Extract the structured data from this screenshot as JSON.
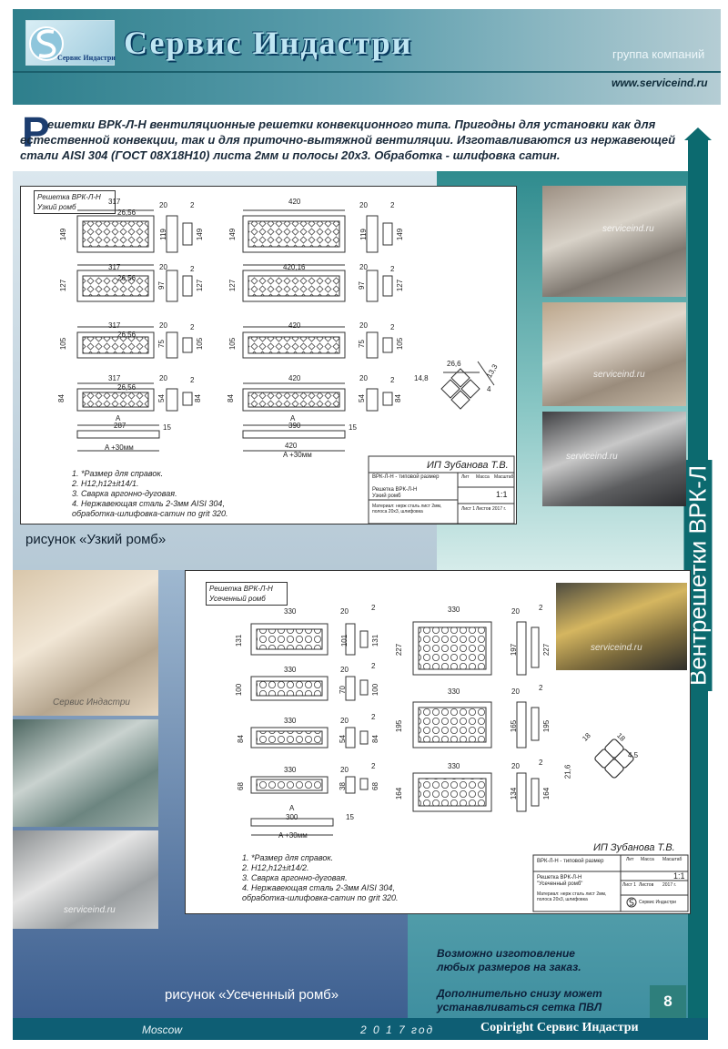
{
  "header": {
    "logo_text": "Сервис Индастри",
    "brand": "Сервис Индастри",
    "group": "группа компаний",
    "website": "www.serviceind.ru"
  },
  "intro": {
    "dropcap": "Р",
    "text": "ешетки ВРК-Л-Н вентиляционные решетки конвекционного типа. Пригодны для установки как для естественной конвекции, так и для приточно-вытяжной вентиляции. Изготавливаются из нержавеющей стали AISI 304 (ГОСТ 08Х18Н10) листа 2мм и полосы 20х3. Обработка - шлифовка сатин."
  },
  "side_label": "Вентрешетки ВРК-Л",
  "drawing1": {
    "title_line1": "Решетка ВРК-Л-Н",
    "title_line2": "Узкий ромб",
    "left_width": "317",
    "left_width2": "26,56",
    "right_width": "420",
    "right_width2": "420,16",
    "heights": [
      "149",
      "127",
      "105",
      "84"
    ],
    "inner_heights": [
      "119",
      "97",
      "75",
      "54"
    ],
    "frame": "20",
    "thickness": "2",
    "bottom_a": "A",
    "bottom_left": "287",
    "bottom_right": "390",
    "bottom_15": "15",
    "bottom_a30": "A +30мм",
    "bottom_420": "420",
    "pattern_dims": [
      "26,6",
      "14,8",
      "13,3",
      "4"
    ],
    "notes": [
      "1. *Размер для справок.",
      "2. Н12,h12±it14/1.",
      "3. Сварка аргонно-дуговая.",
      "4. Нержавеющая сталь 2-3мм AISI 304,",
      "обработка-шлифовка-сатин по grit 320."
    ],
    "author": "ИП Зубанова Т.В.",
    "tb_doc": "ВРК-Л-Н - типовой размер",
    "tb_name1": "Решетка ВРК-Л-Н",
    "tb_name2": "Узкий ромб",
    "tb_material": "Материал: нерж сталь лист 2мм, полоса 20х3, шлифовка",
    "tb_lit": "Лит",
    "tb_mass": "Масса",
    "tb_scale_h": "Масштаб",
    "tb_scale": "1:1",
    "tb_sheet": "Лист 1",
    "tb_sheets": "Листов",
    "tb_year": "2017 г."
  },
  "drawing2": {
    "title_line1": "Решетка ВРК-Л-Н",
    "title_line2": "Усеченный ромб",
    "width": "330",
    "heights_left": [
      "131",
      "100",
      "84",
      "68"
    ],
    "inner_left": [
      "101",
      "70",
      "54",
      "38"
    ],
    "heights_right": [
      "227",
      "195",
      "164"
    ],
    "inner_right": [
      "197",
      "165",
      "134"
    ],
    "frame": "20",
    "thickness": "2",
    "bottom_a": "A",
    "bottom_300": "300",
    "bottom_15": "15",
    "bottom_a30": "A +30мм",
    "pattern_dims": [
      "18",
      "18",
      "4,5",
      "21,6"
    ],
    "notes": [
      "1. *Размер для справок.",
      "2. Н12,h12±it14/2.",
      "3. Сварка аргонно-дуговая.",
      "4. Нержавеющая сталь 2-3мм AISI 304,",
      "обработка-шлифовка-сатин по grit 320."
    ],
    "author": "ИП Зубанова Т.В.",
    "tb_doc": "ВРК-Л-Н - типовой размер",
    "tb_name1": "Решетка ВРК-Л-Н",
    "tb_name2": "\"Усеченный ромб\"",
    "tb_material": "Материал: нерж сталь лист 2мм, полоса 20х3, шлифовка",
    "tb_company": "Сервис Индастри",
    "tb_lit": "Лит",
    "tb_mass": "Масса",
    "tb_scale_h": "Масштаб",
    "tb_scale": "1:1",
    "tb_sheet": "Лист 1",
    "tb_sheets": "Листов",
    "tb_year": "2017 г."
  },
  "watermark": "serviceind.ru",
  "watermark_alt": "Сервис Индастри",
  "captions": {
    "fig1": "рисунок «Узкий ромб»",
    "fig2": "рисунок «Усеченный ромб»"
  },
  "note": {
    "line1": "Возможно изготовление",
    "line2": "любых размеров на заказ.",
    "line3": "Дополнительно снизу может",
    "line4": "устанавливаться сетка ПВЛ"
  },
  "page_number": "8",
  "footer": {
    "city": "Moscow",
    "year": "2 0 1 7 год",
    "copyright": "Copiright Сервис Индастри"
  }
}
